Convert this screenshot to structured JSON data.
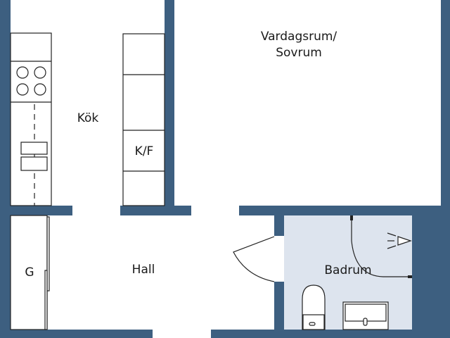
{
  "rooms": {
    "living_line1": "Vardagsrum/",
    "living_line2": "Sovrum",
    "kitchen": "Kök",
    "fridge": "K/F",
    "hall": "Hall",
    "bathroom": "Badrum",
    "wardrobe": "G"
  },
  "colors": {
    "wall": "#3d5f80",
    "bath_floor": "#dde4ee"
  }
}
